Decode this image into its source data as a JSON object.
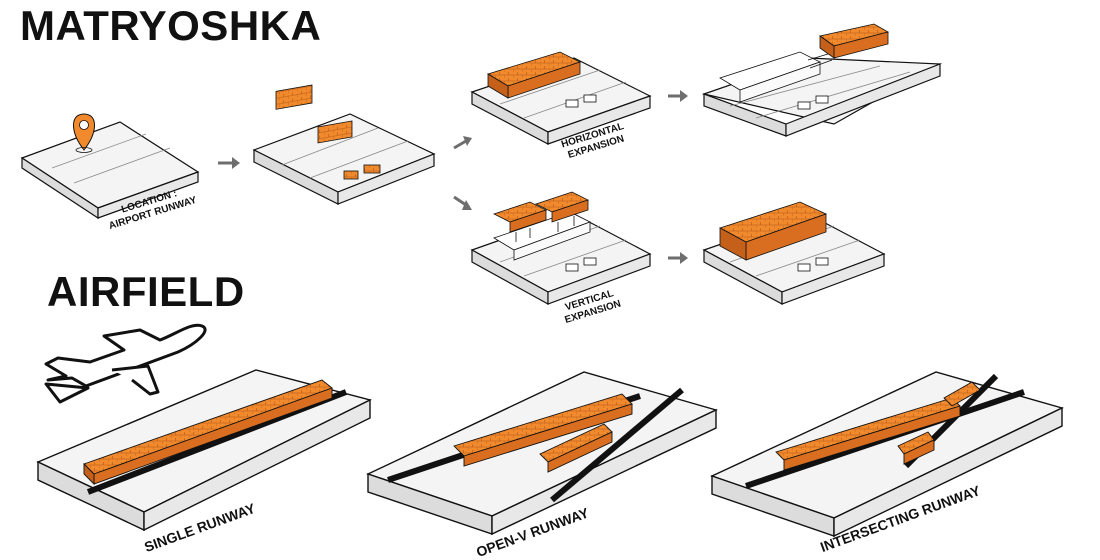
{
  "titles": {
    "top": "MATRYOSHKA",
    "bottom": "AIRFIELD"
  },
  "labels": {
    "location_line1": "LOCATION :",
    "location_line2": "AIRPORT RUNWAY",
    "horizontal_line1": "HORIZONTAL",
    "horizontal_line2": "EXPANSION",
    "vertical_line1": "VERTICAL",
    "vertical_line2": "EXPANSION",
    "single_runway": "SINGLE RUNWAY",
    "openv_runway": "OPEN-V RUNWAY",
    "intersecting_runway": "INTERSECTING RUNWAY"
  },
  "colors": {
    "orange": "#f08a2c",
    "orange_dark": "#c4601a",
    "slab_top": "#f4f4f4",
    "slab_side": "#dcdcdc",
    "line": "#111111",
    "arrow": "#6e6e6e"
  },
  "icons": [
    "location-pin-icon",
    "airplane-icon",
    "arrow-icon"
  ]
}
